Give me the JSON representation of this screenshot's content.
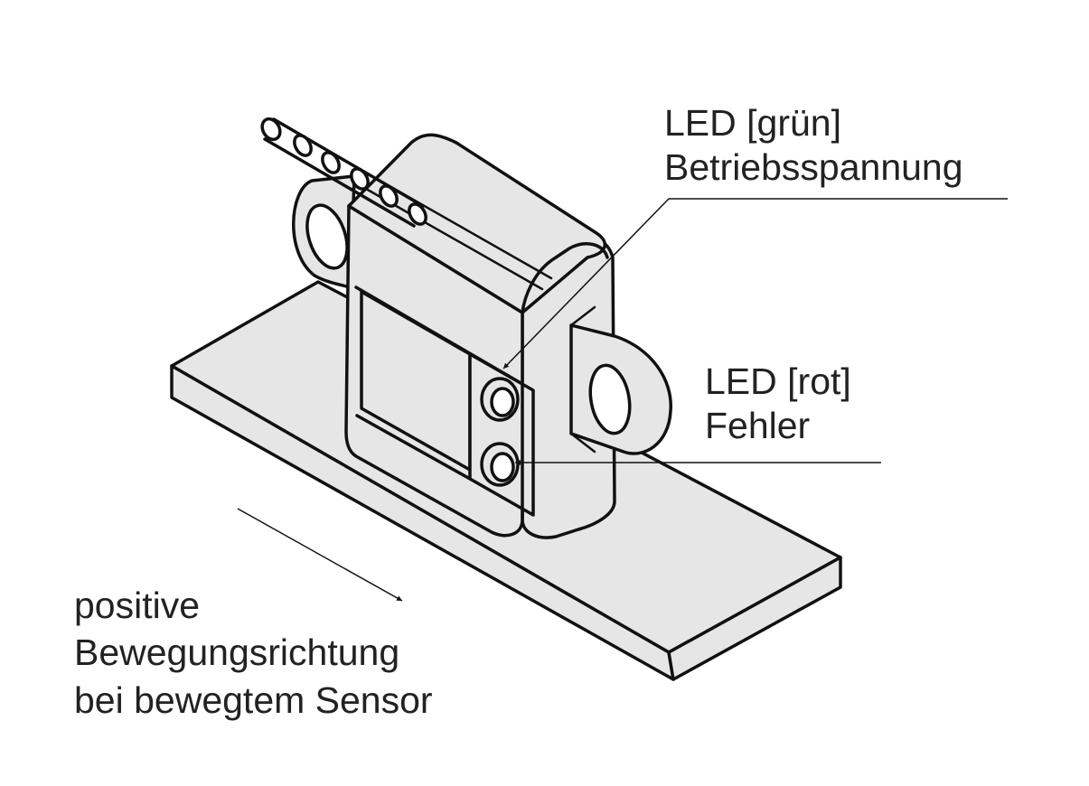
{
  "labels": {
    "led_green": {
      "line1": "LED [grün]",
      "line2": "Betriebsspannung"
    },
    "led_red": {
      "line1": "LED [rot]",
      "line2": "Fehler"
    },
    "direction": {
      "line1": "positive",
      "line2": "Bewegungsrichtung",
      "line3": "bei bewegtem Sensor"
    }
  },
  "colors": {
    "stroke": "#111111",
    "fill": "#e6e6e6",
    "text": "#222222",
    "background": "#ffffff"
  }
}
